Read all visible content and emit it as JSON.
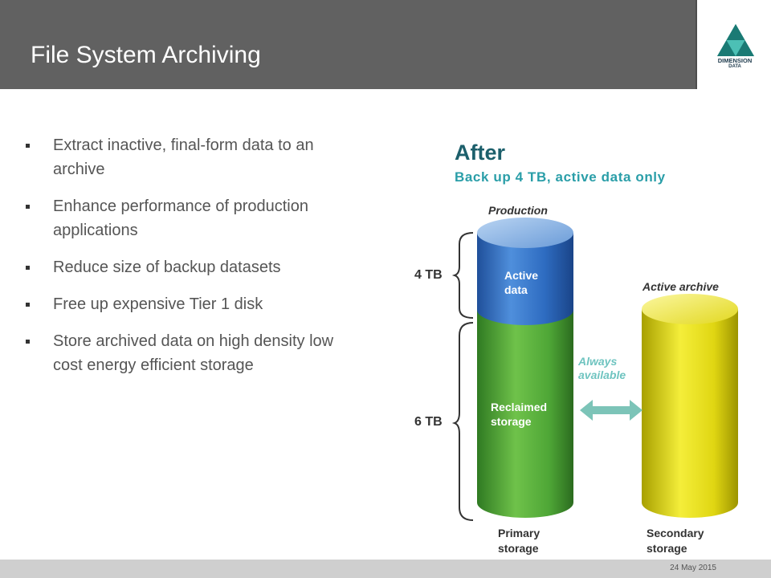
{
  "slide": {
    "title": "File System Archiving",
    "logo": {
      "line1": "DIMENSION",
      "line2": "DATA"
    },
    "bullets": [
      "Extract inactive, final-form data to an archive",
      "Enhance performance of production applications",
      "Reduce size of backup datasets",
      "Free up expensive Tier 1 disk",
      "Store archived data on high density low cost energy efficient storage"
    ],
    "date": "24 May 2015"
  },
  "diagram": {
    "heading": "After",
    "subheading": "Back up 4 TB, active data only",
    "primary": {
      "top_label": "Production",
      "active_segment": {
        "line1": "Active",
        "line2": "data"
      },
      "reclaimed_segment": {
        "line1": "Reclaimed",
        "line2": "storage"
      },
      "bottom_label": {
        "line1": "Primary",
        "line2": "storage"
      }
    },
    "secondary": {
      "top_label": "Active archive",
      "bottom_label": {
        "line1": "Secondary",
        "line2": "storage"
      }
    },
    "brace_upper_label": "4 TB",
    "brace_lower_label": "6 TB",
    "arrow_label": {
      "line1": "Always",
      "line2": "available"
    }
  },
  "colors": {
    "header_bg": "#616161",
    "active_blue": "#2f6fc4",
    "reclaimed_green": "#4da537",
    "archive_yellow": "#e6dc10",
    "arrow_teal": "#7cc4b8",
    "heading_teal": "#1c5f6b",
    "subheading_teal": "#2a9ea8",
    "footer_bg": "#cfcfcf"
  },
  "icons": {
    "logo": "dimension-data-triangle-logo"
  }
}
